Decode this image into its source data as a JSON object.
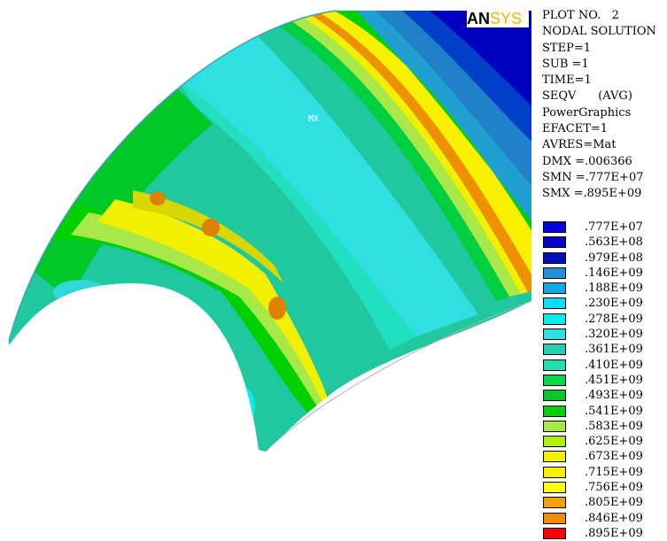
{
  "logo": {
    "part1": "AN",
    "part2": "SYS"
  },
  "plot": {
    "max_marker": "MX"
  },
  "info_lines": [
    "PLOT NO.   2",
    "NODAL SOLUTION",
    "STEP=1",
    "SUB =1",
    "TIME=1",
    "SEQV      (AVG)",
    "PowerGraphics",
    "EFACET=1",
    "AVRES=Mat",
    "DMX =.006366",
    "SMN =.777E+07",
    "SMX =.895E+09"
  ],
  "legend": [
    {
      "label": ".777E+07",
      "color": "#0000d8"
    },
    {
      "label": ".563E+08",
      "color": "#0000c8"
    },
    {
      "label": ".979E+08",
      "color": "#0010b8"
    },
    {
      "label": ".146E+09",
      "color": "#2090d8"
    },
    {
      "label": ".188E+09",
      "color": "#10a8e8"
    },
    {
      "label": ".230E+09",
      "color": "#00e0ff"
    },
    {
      "label": ".278E+09",
      "color": "#00f0f0"
    },
    {
      "label": ".320E+09",
      "color": "#30e0e0"
    },
    {
      "label": ".361E+09",
      "color": "#20d0b0"
    },
    {
      "label": ".410E+09",
      "color": "#20e0b0"
    },
    {
      "label": ".451E+09",
      "color": "#00d848"
    },
    {
      "label": ".493E+09",
      "color": "#00c828"
    },
    {
      "label": ".541E+09",
      "color": "#00d000"
    },
    {
      "label": ".583E+09",
      "color": "#a8e848"
    },
    {
      "label": ".625E+09",
      "color": "#b0f000"
    },
    {
      "label": ".673E+09",
      "color": "#f0f000"
    },
    {
      "label": ".715E+09",
      "color": "#f8f000"
    },
    {
      "label": ".756E+09",
      "color": "#ffff00"
    },
    {
      "label": ".805E+09",
      "color": "#f8a000"
    },
    {
      "label": ".846E+09",
      "color": "#f09000"
    },
    {
      "label": ".895E+09",
      "color": "#ff0000"
    }
  ]
}
